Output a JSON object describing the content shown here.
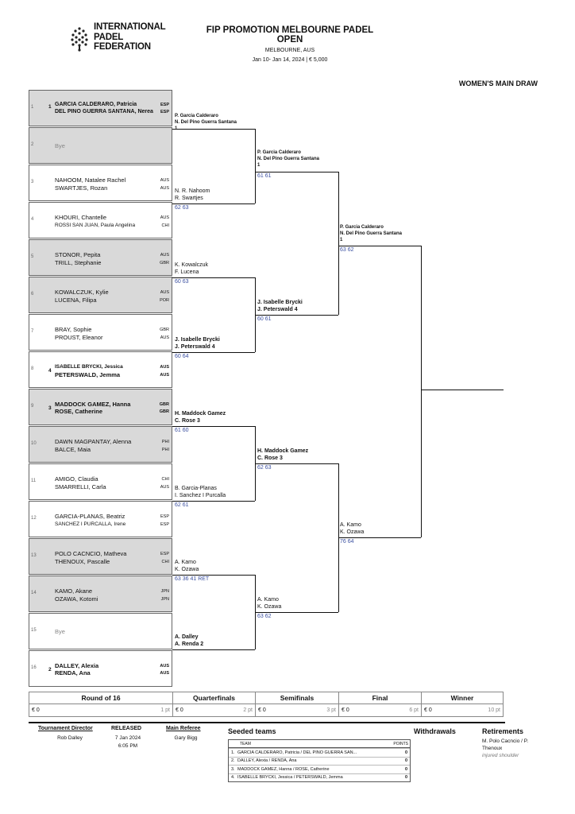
{
  "header": {
    "logo_lines": [
      "INTERNATIONAL",
      "PADEL",
      "FEDERATION"
    ],
    "title_line1": "FIP PROMOTION MELBOURNE PADEL",
    "title_line2": "OPEN",
    "location": "MELBOURNE, AUS",
    "dates": "Jan 10- Jan 14, 2024  |  € 5,000",
    "draw_name": "WOMEN'S MAIN DRAW"
  },
  "entries": [
    {
      "num": "1",
      "seed": "1",
      "p1": "GARCIA CALDERARO, Patricia",
      "c1": "ESP",
      "p2": "DEL PINO GUERRA SANTANA, Nerea",
      "c2": "ESP"
    },
    {
      "num": "2",
      "bye": "Bye"
    },
    {
      "num": "3",
      "p1": "NAHOOM, Natalee Rachel",
      "c1": "AUS",
      "p2": "SWARTJES, Rozan",
      "c2": "AUS"
    },
    {
      "num": "4",
      "p1": "KHOURI, Chantelle",
      "c1": "AUS",
      "p2": "ROSSI SAN JUAN, Paula Angelina",
      "c2": "CHI"
    },
    {
      "num": "5",
      "p1": "STONOR, Pepita",
      "c1": "AUS",
      "p2": "TRILL, Stephanie",
      "c2": "GBR"
    },
    {
      "num": "6",
      "p1": "KOWALCZUK, Kylie",
      "c1": "AUS",
      "p2": "LUCENA, Filipa",
      "c2": "POR"
    },
    {
      "num": "7",
      "p1": "BRAY, Sophie",
      "c1": "GBR",
      "p2": "PROUST, Eleanor",
      "c2": "AUS"
    },
    {
      "num": "8",
      "seed": "4",
      "p1": "ISABELLE BRYCKI, Jessica",
      "c1": "AUS",
      "p2": "PETERSWALD, Jemma",
      "c2": "AUS"
    },
    {
      "num": "9",
      "seed": "3",
      "p1": "MADDOCK GAMEZ, Hanna",
      "c1": "GBR",
      "p2": "ROSE, Catherine",
      "c2": "GBR"
    },
    {
      "num": "10",
      "p1": "DAWN MAGPANTAY, Alenna",
      "c1": "PHI",
      "p2": "BALCE, Maia",
      "c2": "PHI"
    },
    {
      "num": "11",
      "p1": "AMIGO, Claudia",
      "c1": "CHI",
      "p2": "SMARRELLI, Carla",
      "c2": "AUS"
    },
    {
      "num": "12",
      "p1": "GARCIA-PLANAS, Beatriz",
      "c1": "ESP",
      "p2": "SANCHEZ I PURCALLA, Irene",
      "c2": "ESP"
    },
    {
      "num": "13",
      "p1": "POLO CACNCIO, Matheva",
      "c1": "ESP",
      "p2": "THENOUX, Pascalle",
      "c2": "CHI"
    },
    {
      "num": "14",
      "p1": "KAMO, Akane",
      "c1": "JPN",
      "p2": "OZAWA, Kotomi",
      "c2": "JPN"
    },
    {
      "num": "15",
      "bye": "Bye"
    },
    {
      "num": "16",
      "seed": "2",
      "p1": "DALLEY, Alexia",
      "c1": "AUS",
      "p2": "RENDA, Ana",
      "c2": "AUS"
    }
  ],
  "r16": [
    {
      "l1": "P. Garcia Calderaro",
      "l2": "N. Del Pino Guerra Santana",
      "l3": "1",
      "score": ""
    },
    {
      "l1": "N. R. Nahoom",
      "l2": "R. Swartjes",
      "l3": "",
      "score": "62 63"
    },
    {
      "l1": "K. Kowalczuk",
      "l2": "F. Lucena",
      "l3": "",
      "score": "60 63"
    },
    {
      "l1": "J. Isabelle Brycki",
      "l2": "J. Peterswald  4",
      "l3": "",
      "score": "60 64"
    },
    {
      "l1": "H. Maddock Gamez",
      "l2": "C. Rose  3",
      "l3": "",
      "score": "61 60"
    },
    {
      "l1": "B. Garcia-Planas",
      "l2": "I. Sanchez I Purcalla",
      "l3": "",
      "score": "62 61"
    },
    {
      "l1": "A. Kamo",
      "l2": "K. Ozawa",
      "l3": "",
      "score": "63 36 41 RET"
    },
    {
      "l1": "A. Dalley",
      "l2": "A. Renda  2",
      "l3": "",
      "score": ""
    }
  ],
  "qf": [
    {
      "l1": "P. Garcia Calderaro",
      "l2": "N. Del Pino Guerra Santana",
      "l3": "1",
      "score": "61 61"
    },
    {
      "l1": "J. Isabelle Brycki",
      "l2": "J. Peterswald  4",
      "l3": "",
      "score": "60 61"
    },
    {
      "l1": "H. Maddock Gamez",
      "l2": "C. Rose  3",
      "l3": "",
      "score": "62 63"
    },
    {
      "l1": "A. Kamo",
      "l2": "K. Ozawa",
      "l3": "",
      "score": "63 62"
    }
  ],
  "sf": [
    {
      "l1": "P. Garcia Calderaro",
      "l2": "N. Del Pino Guerra Santana",
      "l3": "1",
      "score": "63 62"
    },
    {
      "l1": "A. Kamo",
      "l2": "K. Ozawa",
      "l3": "",
      "score": "76 64"
    }
  ],
  "rounds": [
    {
      "title": "Round of 16",
      "money": "€ 0",
      "points": "1 pt"
    },
    {
      "title": "Quarterfinals",
      "money": "€ 0",
      "points": "2 pt"
    },
    {
      "title": "Semifinals",
      "money": "€ 0",
      "points": "3 pt"
    },
    {
      "title": "Final",
      "money": "€ 0",
      "points": "6 pt"
    },
    {
      "title": "Winner",
      "money": "€ 0",
      "points": "10 pt"
    }
  ],
  "footer": {
    "director_label": "Tournament Director",
    "director": "Rob Dalley",
    "released_label": "RELEASED",
    "released_date": "7 Jan 2024",
    "released_time": "6:05 PM",
    "referee_label": "Main Referee",
    "referee": "Gary Bigg",
    "seeded_label": "Seeded teams",
    "team_col": "TEAM",
    "points_col": "POINTS",
    "seeded": [
      {
        "rank": "1.",
        "team": "GARCIA CALDERARO, Patricia / DEL PINO GUERRA SAN...",
        "points": "0"
      },
      {
        "rank": "2.",
        "team": "DALLEY, Alexia / RENDA, Ana",
        "points": "0"
      },
      {
        "rank": "3.",
        "team": "MADDOCK GAMEZ, Hanna / ROSE, Catherine",
        "points": "0"
      },
      {
        "rank": "4.",
        "team": "ISABELLE BRYCKI, Jessica / PETERSWALD, Jemma",
        "points": "0"
      }
    ],
    "withdrawals_label": "Withdrawals",
    "retirements_label": "Retirements",
    "retirement_line1": "M. Polo Cacncio / P.",
    "retirement_line2": "Thenoux",
    "retirement_reason": "injured shoulder"
  }
}
